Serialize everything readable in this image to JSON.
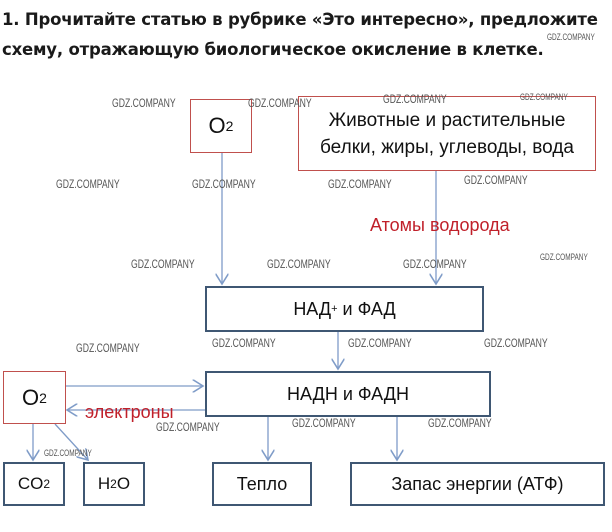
{
  "task": {
    "line1": "1. Прочитайте статью в рубрике «Это интересно», предложите",
    "line2": "схему, отражающую биологическое окисление в клетке."
  },
  "diagram": {
    "o2_top": {
      "base": "O",
      "sub": "2"
    },
    "sources": {
      "line1": "Животные и растительные",
      "line2": "белки, жиры, углеводы, вода"
    },
    "hydrogen_label": "Атомы водорода",
    "nad": {
      "pre": "НАД",
      "sup": "+",
      "post": " и ФАД"
    },
    "nadh": "НАДН и ФАДН",
    "o2_left": {
      "base": "O",
      "sub": "2"
    },
    "electrons_label": "электроны",
    "co2": {
      "base": "CO",
      "sub": "2"
    },
    "h2o": {
      "a": "H",
      "sub": "2",
      "b": "O"
    },
    "heat": "Тепло",
    "atp": "Запас энергии (АТФ)"
  },
  "watermark": "GDZ.COMPANY"
}
